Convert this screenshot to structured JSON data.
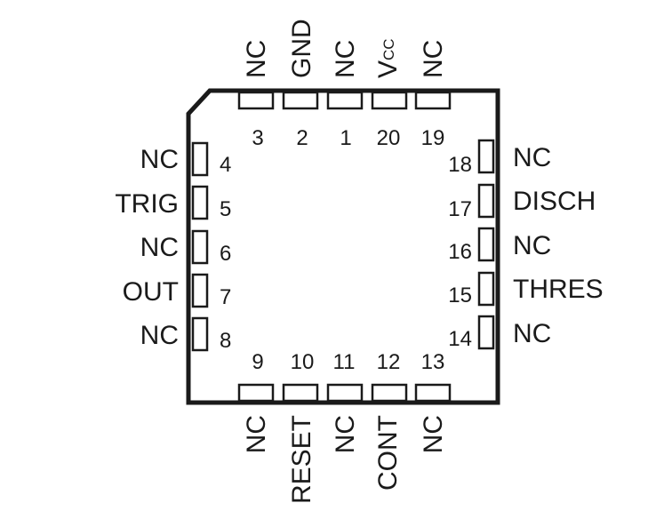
{
  "pins": {
    "top": [
      {
        "number": "3",
        "name": "NC"
      },
      {
        "number": "2",
        "name": "GND"
      },
      {
        "number": "1",
        "name": "NC"
      },
      {
        "number": "20",
        "name": "V",
        "sub": "CC"
      },
      {
        "number": "19",
        "name": "NC"
      }
    ],
    "left": [
      {
        "number": "4",
        "name": "NC"
      },
      {
        "number": "5",
        "name": "TRIG"
      },
      {
        "number": "6",
        "name": "NC"
      },
      {
        "number": "7",
        "name": "OUT"
      },
      {
        "number": "8",
        "name": "NC"
      }
    ],
    "right": [
      {
        "number": "18",
        "name": "NC"
      },
      {
        "number": "17",
        "name": "DISCH"
      },
      {
        "number": "16",
        "name": "NC"
      },
      {
        "number": "15",
        "name": "THRES"
      },
      {
        "number": "14",
        "name": "NC"
      }
    ],
    "bottom": [
      {
        "number": "9",
        "name": "NC"
      },
      {
        "number": "10",
        "name": "RESET"
      },
      {
        "number": "11",
        "name": "NC"
      },
      {
        "number": "12",
        "name": "CONT"
      },
      {
        "number": "13",
        "name": "NC"
      }
    ]
  }
}
